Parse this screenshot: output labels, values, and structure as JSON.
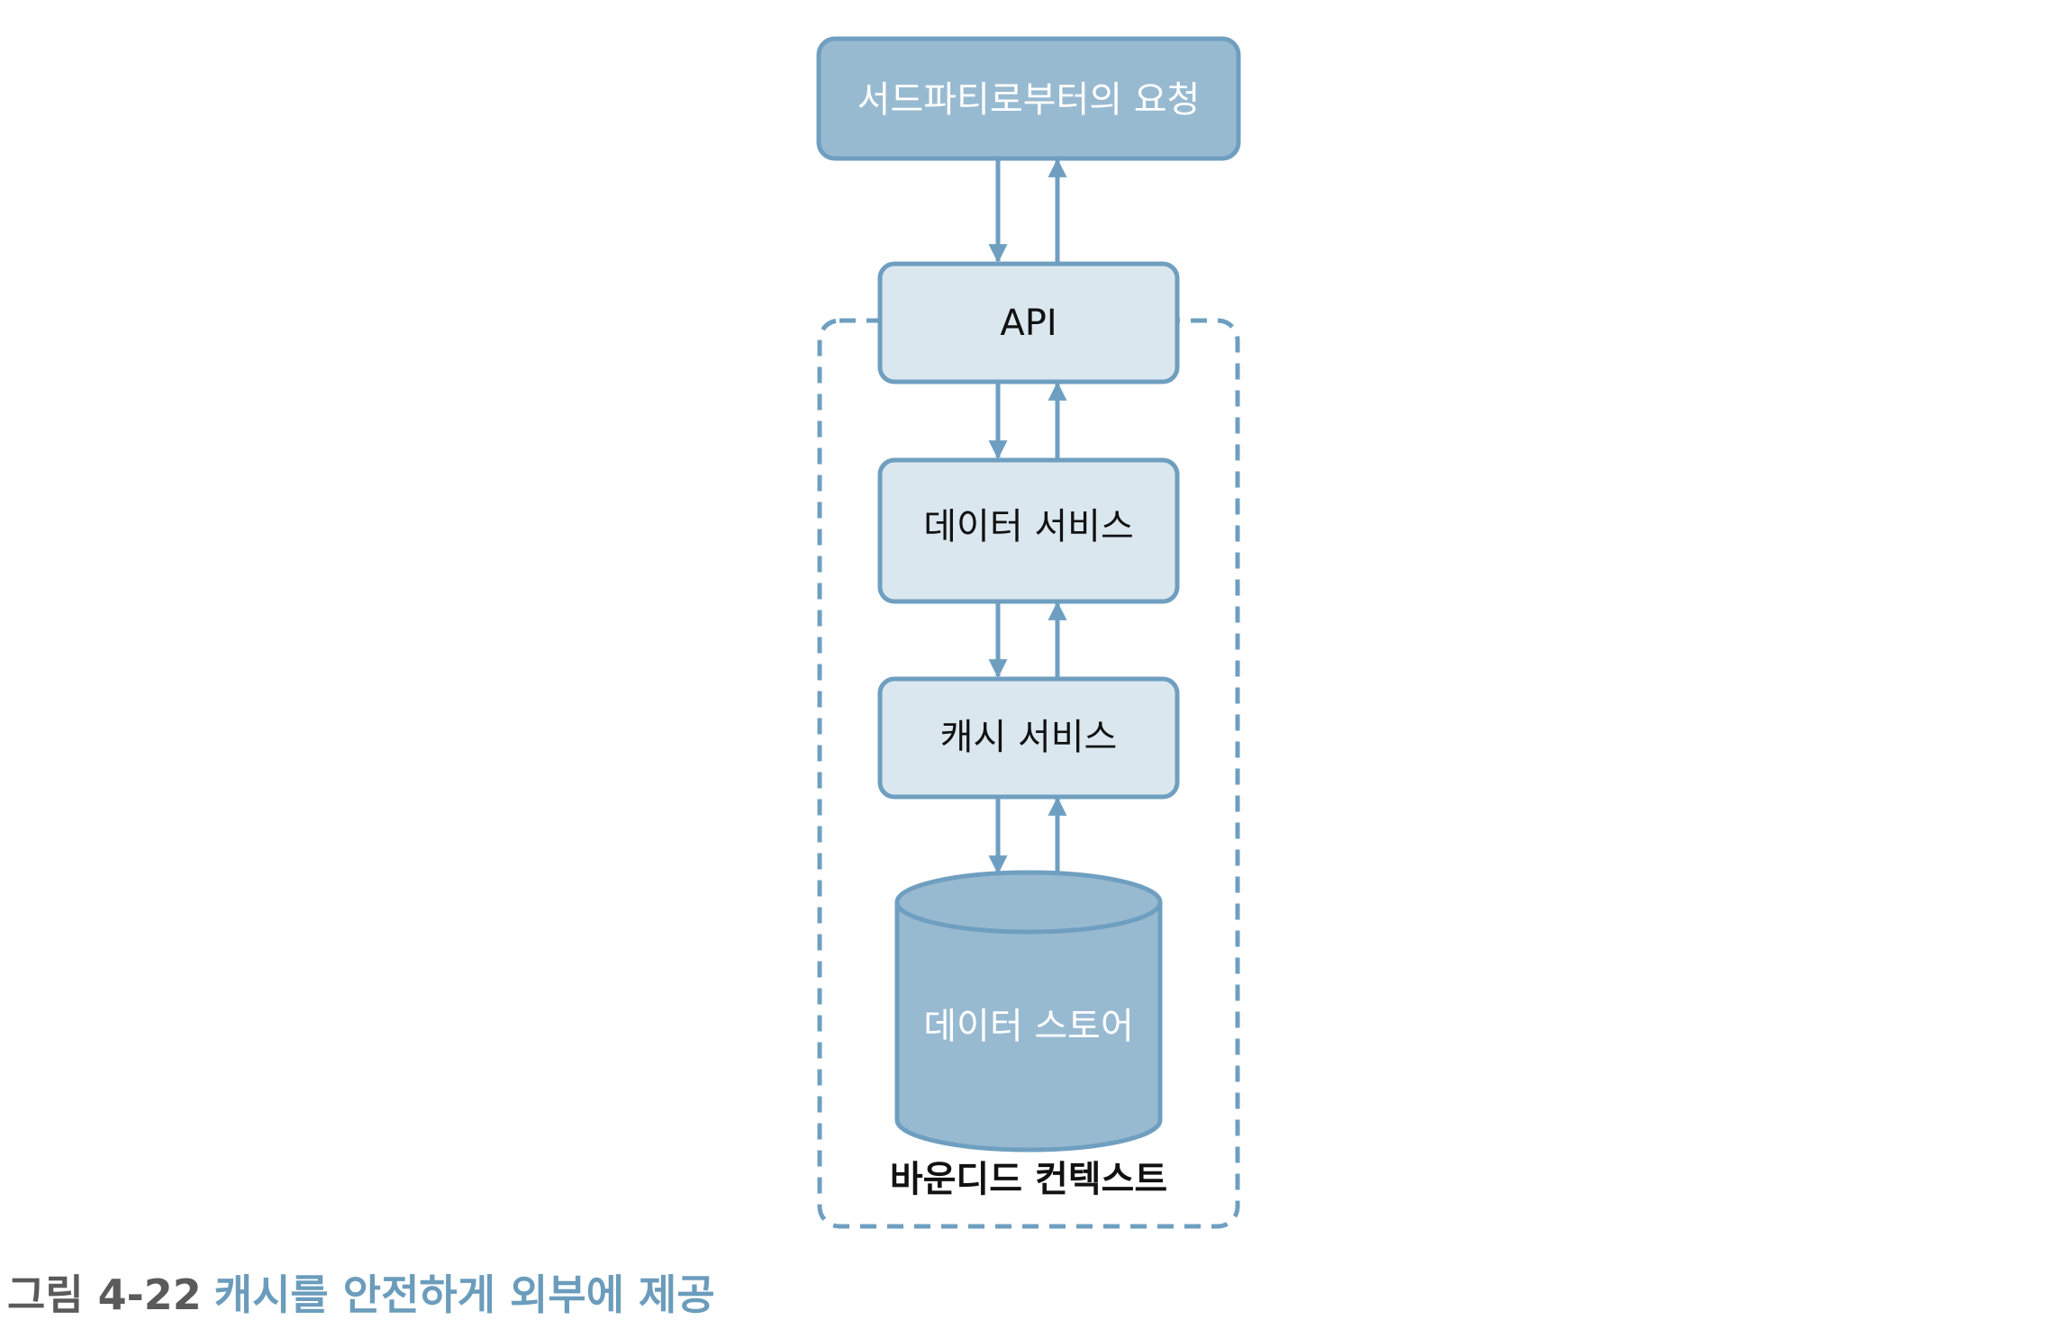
{
  "nodes": {
    "third_party": "서드파티로부터의 요청",
    "api": "API",
    "data_service": "데이터 서비스",
    "cache_service": "캐시 서비스",
    "data_store": "데이터 스토어"
  },
  "boundary_label": "바운디드 컨텍스트",
  "caption": {
    "number": "그림 4-22",
    "title": "캐시를 안전하게 외부에 제공"
  },
  "colors": {
    "arrow": "#6f9fc0",
    "light_box_fill": "#dbe7ef",
    "dark_box_fill": "#98bad1",
    "border": "#6f9fc0",
    "caption_number": "#5a5a5a",
    "caption_title": "#6b9cbc"
  }
}
